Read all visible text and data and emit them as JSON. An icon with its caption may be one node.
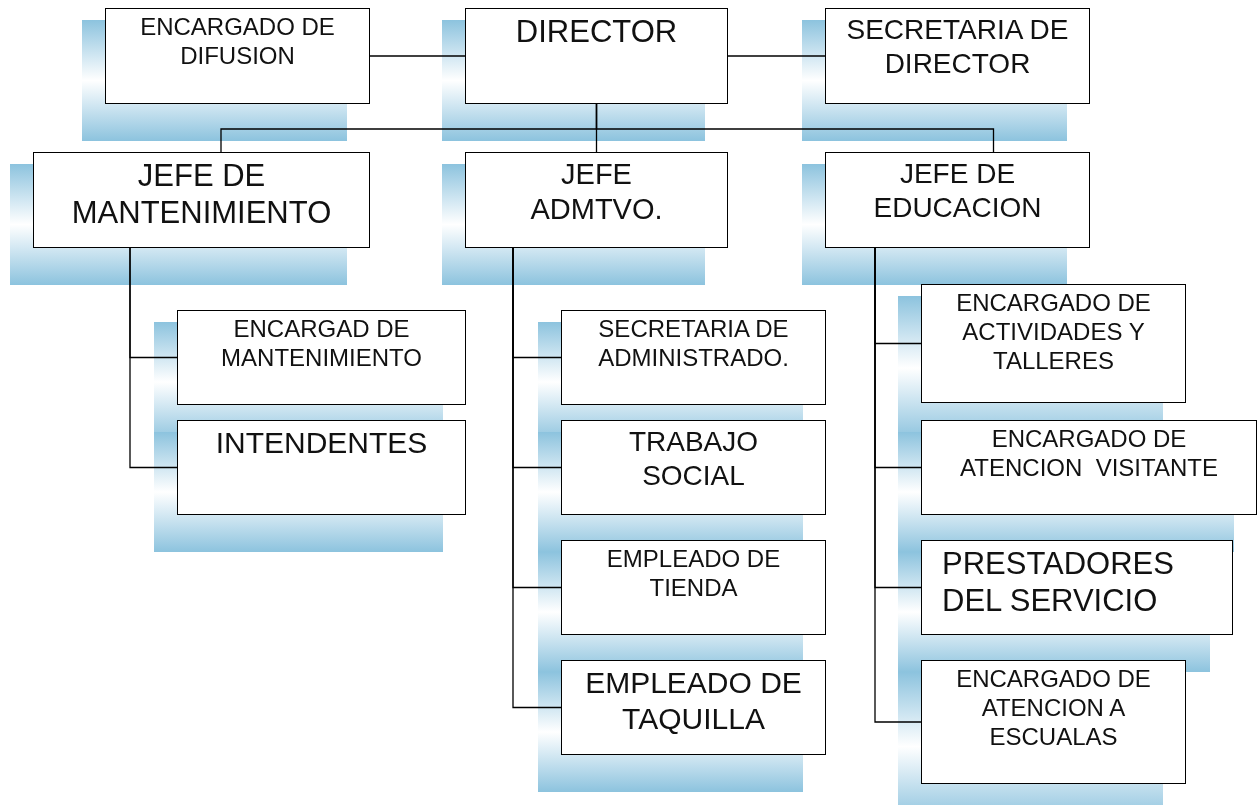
{
  "diagram": {
    "nodes": [
      {
        "text": [
          "ENCARGADO DE DIFUSION"
        ]
      },
      {
        "text": [
          "DIRECTOR"
        ]
      },
      {
        "text": [
          "SECRETARIA DE DIRECTOR"
        ]
      },
      {
        "text": [
          "JEFE DE MANTENIMIENTO"
        ]
      },
      {
        "text": [
          "JEFE ADMTVO."
        ]
      },
      {
        "text": [
          "JEFE DE EDUCACION"
        ]
      },
      {
        "text": [
          "ENCARGAD DE MANTENIMIENTO"
        ]
      },
      {
        "text": [
          "INTENDENTES"
        ]
      },
      {
        "text": [
          "SECRETARIA DE ADMINISTRADO."
        ]
      },
      {
        "text": [
          "TRABAJO SOCIAL"
        ]
      },
      {
        "text": [
          "EMPLEADO DE TIENDA"
        ]
      },
      {
        "text": [
          "EMPLEADO DE TAQUILLA"
        ]
      },
      {
        "text": [
          "ENCARGADO DE ACTIVIDADES Y TALLERES"
        ]
      },
      {
        "text": [
          "ENCARGADO DE ATENCION  VISITANTE"
        ]
      },
      {
        "text": [
          "PRESTADORES DEL SERVICIO"
        ]
      },
      {
        "text": [
          "ENCARGADO DE ATENCION A ESCUALAS"
        ]
      }
    ],
    "edges": [
      {
        "from": 0,
        "to": 1,
        "arrow": "none"
      },
      {
        "from": 1,
        "to": 2,
        "arrow": "none"
      },
      {
        "from": 1,
        "to": 3,
        "arrow": "none"
      },
      {
        "from": 1,
        "to": 4,
        "arrow": "none"
      },
      {
        "from": 1,
        "to": 5,
        "arrow": "none"
      },
      {
        "from": 3,
        "to": 6,
        "arrow": "none"
      },
      {
        "from": 3,
        "to": 7,
        "arrow": "none"
      },
      {
        "from": 4,
        "to": 8,
        "arrow": "none"
      },
      {
        "from": 4,
        "to": 9,
        "arrow": "none"
      },
      {
        "from": 4,
        "to": 10,
        "arrow": "none"
      },
      {
        "from": 4,
        "to": 11,
        "arrow": "none"
      },
      {
        "from": 5,
        "to": 12,
        "arrow": "none"
      },
      {
        "from": 5,
        "to": 13,
        "arrow": "none"
      },
      {
        "from": 5,
        "to": 14,
        "arrow": "none"
      },
      {
        "from": 5,
        "to": 15,
        "arrow": "none"
      }
    ]
  }
}
